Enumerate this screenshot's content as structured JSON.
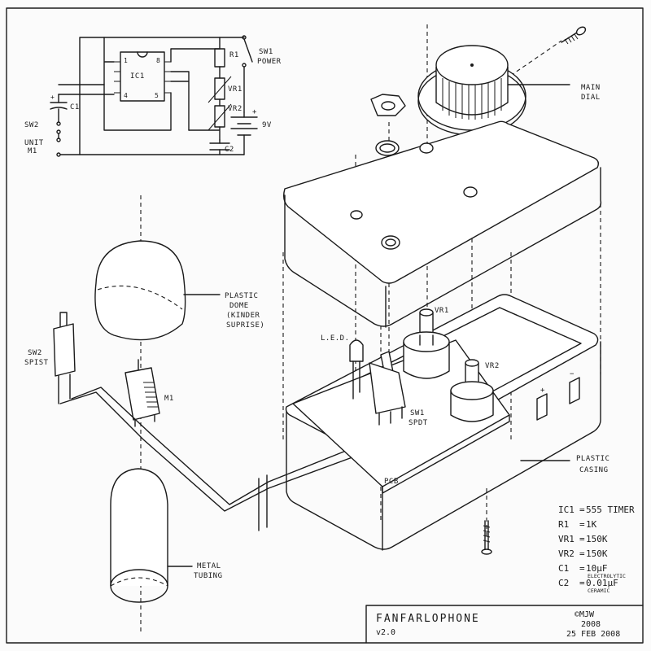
{
  "schematic": {
    "ic_label": "IC1",
    "pin1": "1",
    "pin8": "8",
    "pin4": "4",
    "pin5": "5",
    "r1": "R1",
    "vr1": "VR1",
    "vr2": "VR2",
    "c1": "C1",
    "c2": "C2",
    "sw1_a": "SW1",
    "sw1_b": "POWER",
    "sw2": "SW2",
    "unit_a": "UNIT",
    "unit_b": "M1",
    "battery": "9V",
    "plus": "+"
  },
  "labels": {
    "main_dial_a": "MAIN",
    "main_dial_b": "DIAL",
    "dome_a": "PLASTIC",
    "dome_b": "DOME",
    "dome_c": "(KINDER",
    "dome_d": "SUPRISE)",
    "sw2_a": "SW2",
    "sw2_b": "SPIST",
    "m1": "M1",
    "led": "L.E.D.",
    "vr1": "VR1",
    "vr2": "VR2",
    "sw1_a": "SW1",
    "sw1_b": "SPDT",
    "pcb": "PCB",
    "casing_a": "PLASTIC",
    "casing_b": "CASING",
    "tubing_a": "METAL",
    "tubing_b": "TUBING",
    "minus": "−",
    "plus": "+"
  },
  "specs": [
    {
      "key": "IC1",
      "val": "555 TIMER",
      "note": ""
    },
    {
      "key": "R1",
      "val": "1K",
      "note": ""
    },
    {
      "key": "VR1",
      "val": "150K",
      "note": ""
    },
    {
      "key": "VR2",
      "val": "150K",
      "note": ""
    },
    {
      "key": "C1",
      "val": "10µF",
      "note": "ELECTROLYTIC"
    },
    {
      "key": "C2",
      "val": "0.01µF",
      "note": "CERAMIC"
    }
  ],
  "title_block": {
    "title": "FANFARLOPHONE",
    "version": "v2.0",
    "author": "©MJW",
    "year": "2008",
    "date": "25 FEB 2008"
  }
}
